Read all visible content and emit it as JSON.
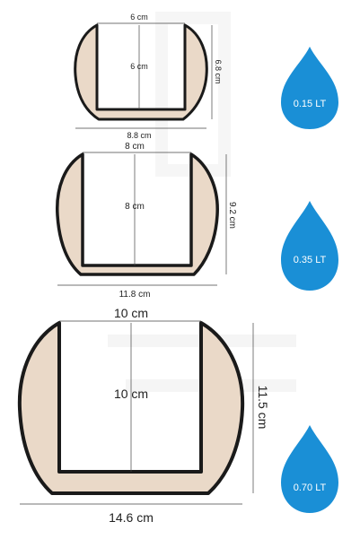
{
  "colors": {
    "body_fill": "#ead9c8",
    "outline": "#1a1a1a",
    "dim_line": "#444444",
    "drop_fill": "#1a8fd6",
    "drop_text": "#ffffff",
    "watermark": "#eeeeee"
  },
  "small": {
    "top_width": "6 cm",
    "inner_width": "6 cm",
    "height": "6.8 cm",
    "bottom_width": "8.8 cm",
    "volume": "0.15 LT"
  },
  "medium": {
    "top_width": "8 cm",
    "inner_width": "8 cm",
    "height": "9.2 cm",
    "bottom_width": "11.8 cm",
    "volume": "0.35 LT"
  },
  "large": {
    "top_width": "10 cm",
    "inner_width": "10 cm",
    "height": "11.5 cm",
    "bottom_width": "14.6 cm",
    "volume": "0.70 LT"
  }
}
